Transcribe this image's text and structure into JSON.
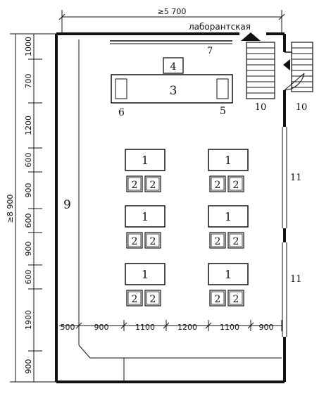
{
  "room_label": "лаборантская",
  "overall_width": "≥5 700",
  "overall_length": "≥8 900",
  "callouts": {
    "student_table": "1",
    "chair": "2",
    "demo_table": "3",
    "teacher_desk": "4",
    "sink": "5",
    "fume_cupboard": "6",
    "board": "7",
    "wall_units": "9",
    "entrance_left": "10",
    "entrance_right": "10",
    "window_upper": "11",
    "window_lower": "11"
  },
  "left_dims": [
    "1000",
    "700",
    "1200",
    "600",
    "900",
    "600",
    "900",
    "600",
    "1900",
    "900"
  ],
  "bottom_dims": [
    "500",
    "900",
    "1100",
    "1200",
    "1100",
    "900"
  ]
}
